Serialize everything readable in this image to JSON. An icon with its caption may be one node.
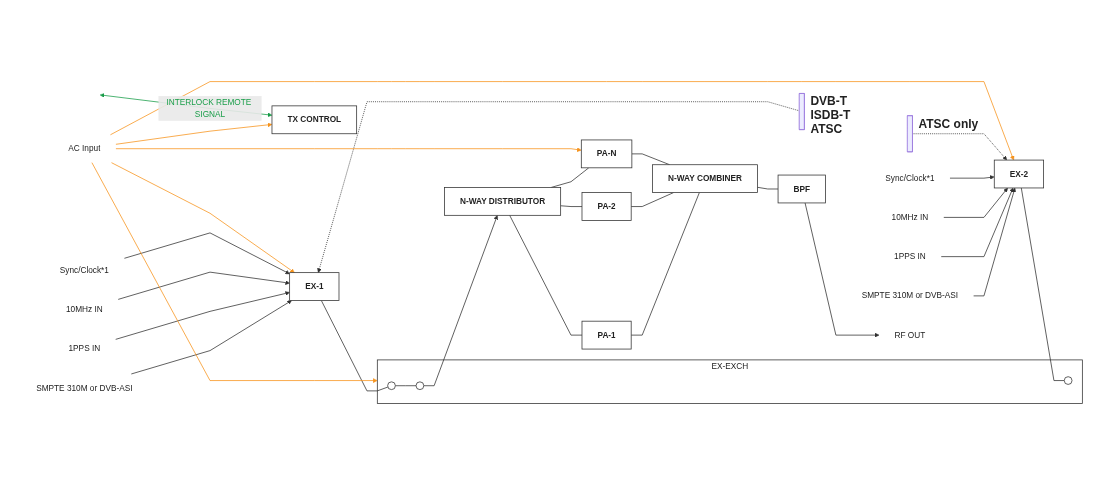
{
  "diagram": {
    "nodes": [
      {
        "text": [
          "SMPTE 310M or DVB-ASI"
        ]
      },
      {
        "text": [
          "EX-1"
        ]
      },
      {
        "text": [
          "1PPS IN"
        ]
      },
      {
        "text": [
          "10MHz IN"
        ]
      },
      {
        "text": [
          "Sync/Clock*1"
        ]
      },
      {
        "text": [
          "SMPTE 310M or DVB-ASI"
        ]
      },
      {
        "text": [
          "EX-2"
        ]
      },
      {
        "text": [
          "1PPS IN"
        ]
      },
      {
        "text": [
          "10MHz IN"
        ]
      },
      {
        "text": [
          "Sync/Clock*1"
        ]
      },
      {
        "text": [
          "AC Input"
        ]
      },
      {
        "text": [
          "EX-EXCH"
        ]
      },
      {
        "text": [],
        "shape": "circle",
        "in": 11
      },
      {
        "text": [],
        "shape": "circle",
        "in": 11
      },
      {
        "text": [],
        "shape": "circle",
        "in": 11
      },
      {
        "text": [
          "N-WAY DISTRIBUTOR"
        ]
      },
      {
        "text": [
          "PA-1"
        ]
      },
      {
        "text": [
          "PA-2"
        ]
      },
      {
        "text": [
          "PA-N"
        ]
      },
      {
        "text": [
          "N-WAY COMBINER"
        ]
      },
      {
        "text": [],
        "shape": "bar",
        "beside": [
          "DVB-T",
          "ISDB-T",
          "ATSC"
        ]
      },
      {
        "text": [
          "BPF"
        ]
      },
      {
        "text": [],
        "shape": "bar",
        "beside": [
          "ATSC only"
        ]
      },
      {
        "text": [
          "RF OUT"
        ]
      },
      {
        "text": [
          "TX CONTROL"
        ]
      }
    ],
    "edges": [
      {
        "from": 0,
        "to": 1,
        "arrow": "to"
      },
      {
        "from": 2,
        "to": 1,
        "arrow": "to"
      },
      {
        "from": 3,
        "to": 1,
        "arrow": "to"
      },
      {
        "from": 4,
        "to": 1,
        "arrow": "to"
      },
      {
        "from": 5,
        "to": 6,
        "arrow": "to"
      },
      {
        "from": 7,
        "to": 6,
        "arrow": "to"
      },
      {
        "from": 8,
        "to": 6,
        "arrow": "to"
      },
      {
        "from": 9,
        "to": 6,
        "arrow": "to"
      },
      {
        "from": 1,
        "to": 12,
        "arrow": "none"
      },
      {
        "from": 6,
        "to": 14,
        "arrow": "none"
      },
      {
        "from": 12,
        "to": 13,
        "arrow": "none"
      },
      {
        "from": 13,
        "to": 15,
        "arrow": "to"
      },
      {
        "from": 15,
        "to": 16,
        "arrow": "none"
      },
      {
        "from": 15,
        "to": 17,
        "arrow": "none"
      },
      {
        "from": 15,
        "to": 18,
        "arrow": "none"
      },
      {
        "from": 16,
        "to": 19,
        "arrow": "none"
      },
      {
        "from": 17,
        "to": 19,
        "arrow": "none"
      },
      {
        "from": 18,
        "to": 19,
        "arrow": "none"
      },
      {
        "from": 19,
        "to": 21,
        "arrow": "none"
      },
      {
        "from": 21,
        "to": 23,
        "arrow": "to"
      },
      {
        "from": 20,
        "to": 1,
        "arrow": "to",
        "style": "dashed"
      },
      {
        "from": 22,
        "to": 6,
        "arrow": "to",
        "style": "dashed"
      },
      {
        "from": 10,
        "to": 1,
        "arrow": "to",
        "color": "#f7941d"
      },
      {
        "from": 10,
        "to": 6,
        "arrow": "to",
        "color": "#f7941d"
      },
      {
        "from": 10,
        "to": 11,
        "arrow": "to",
        "color": "#f7941d"
      },
      {
        "from": 10,
        "to": 18,
        "arrow": "to",
        "color": "#f7941d"
      },
      {
        "from": 10,
        "to": 24,
        "arrow": "to",
        "color": "#f7941d"
      },
      {
        "from": null,
        "to": 24,
        "arrow": "both",
        "color": "#1a9e4a",
        "label": "INTERLOCK REMOTE SIGNAL"
      }
    ]
  }
}
